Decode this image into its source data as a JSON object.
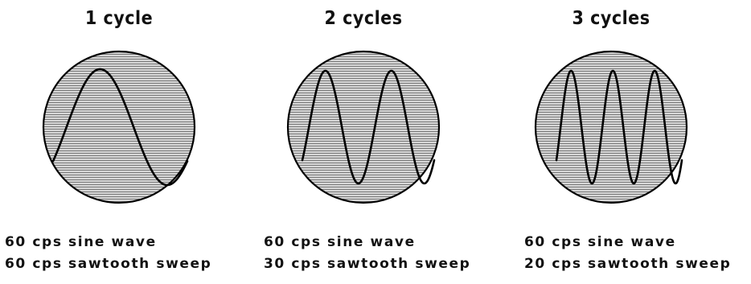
{
  "panels": [
    {
      "title": "1 cycle",
      "caption_line1": "60 cps sine wave",
      "caption_line2": "60 cps sawtooth sweep",
      "cycles": 1
    },
    {
      "title": "2 cycles",
      "caption_line1": "60 cps sine wave",
      "caption_line2": "30 cps sawtooth sweep",
      "cycles": 2
    },
    {
      "title": "3 cycles",
      "caption_line1": "60 cps sine wave",
      "caption_line2": "20 cps sawtooth sweep",
      "cycles": 3
    }
  ],
  "colors": {
    "screen_fill": "#cfcfcf",
    "scanline": "#555555",
    "trace": "#000000",
    "text": "#111111"
  }
}
